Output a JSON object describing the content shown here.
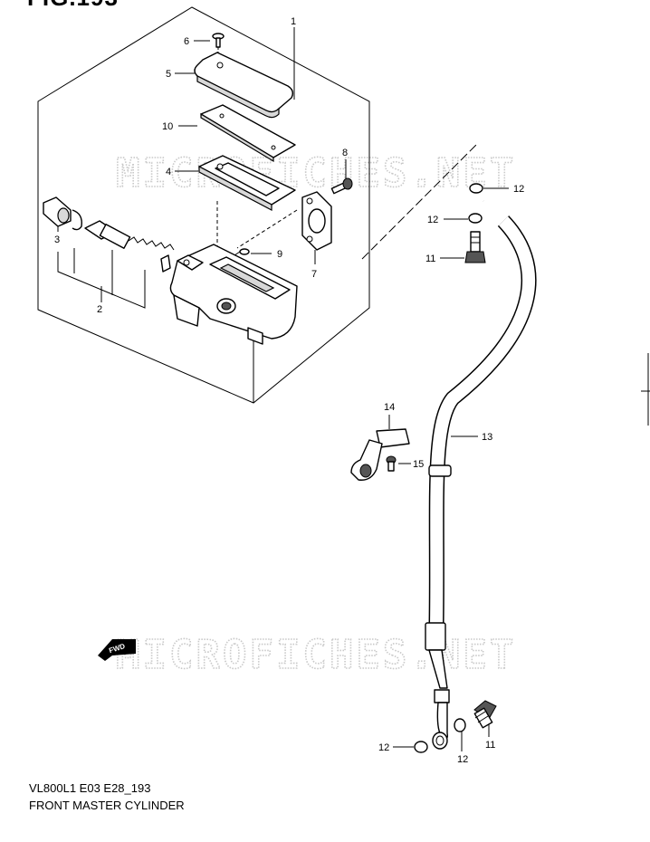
{
  "figure": {
    "title": "FIG.193",
    "model_code": "VL800L1 E03 E28_193",
    "caption": "FRONT MASTER CYLINDER"
  },
  "watermarks": [
    "MICROFICHES.NET",
    "MICROFICHES.NET"
  ],
  "fwd_label": "FWD",
  "callouts": {
    "c1": "1",
    "c2": "2",
    "c3": "3",
    "c4": "4",
    "c5": "5",
    "c6": "6",
    "c7": "7",
    "c8": "8",
    "c9": "9",
    "c10": "10",
    "c11a": "11",
    "c11b": "11",
    "c12a": "12",
    "c12b": "12",
    "c12c": "12",
    "c12d": "12",
    "c13": "13",
    "c14": "14",
    "c15": "15"
  }
}
